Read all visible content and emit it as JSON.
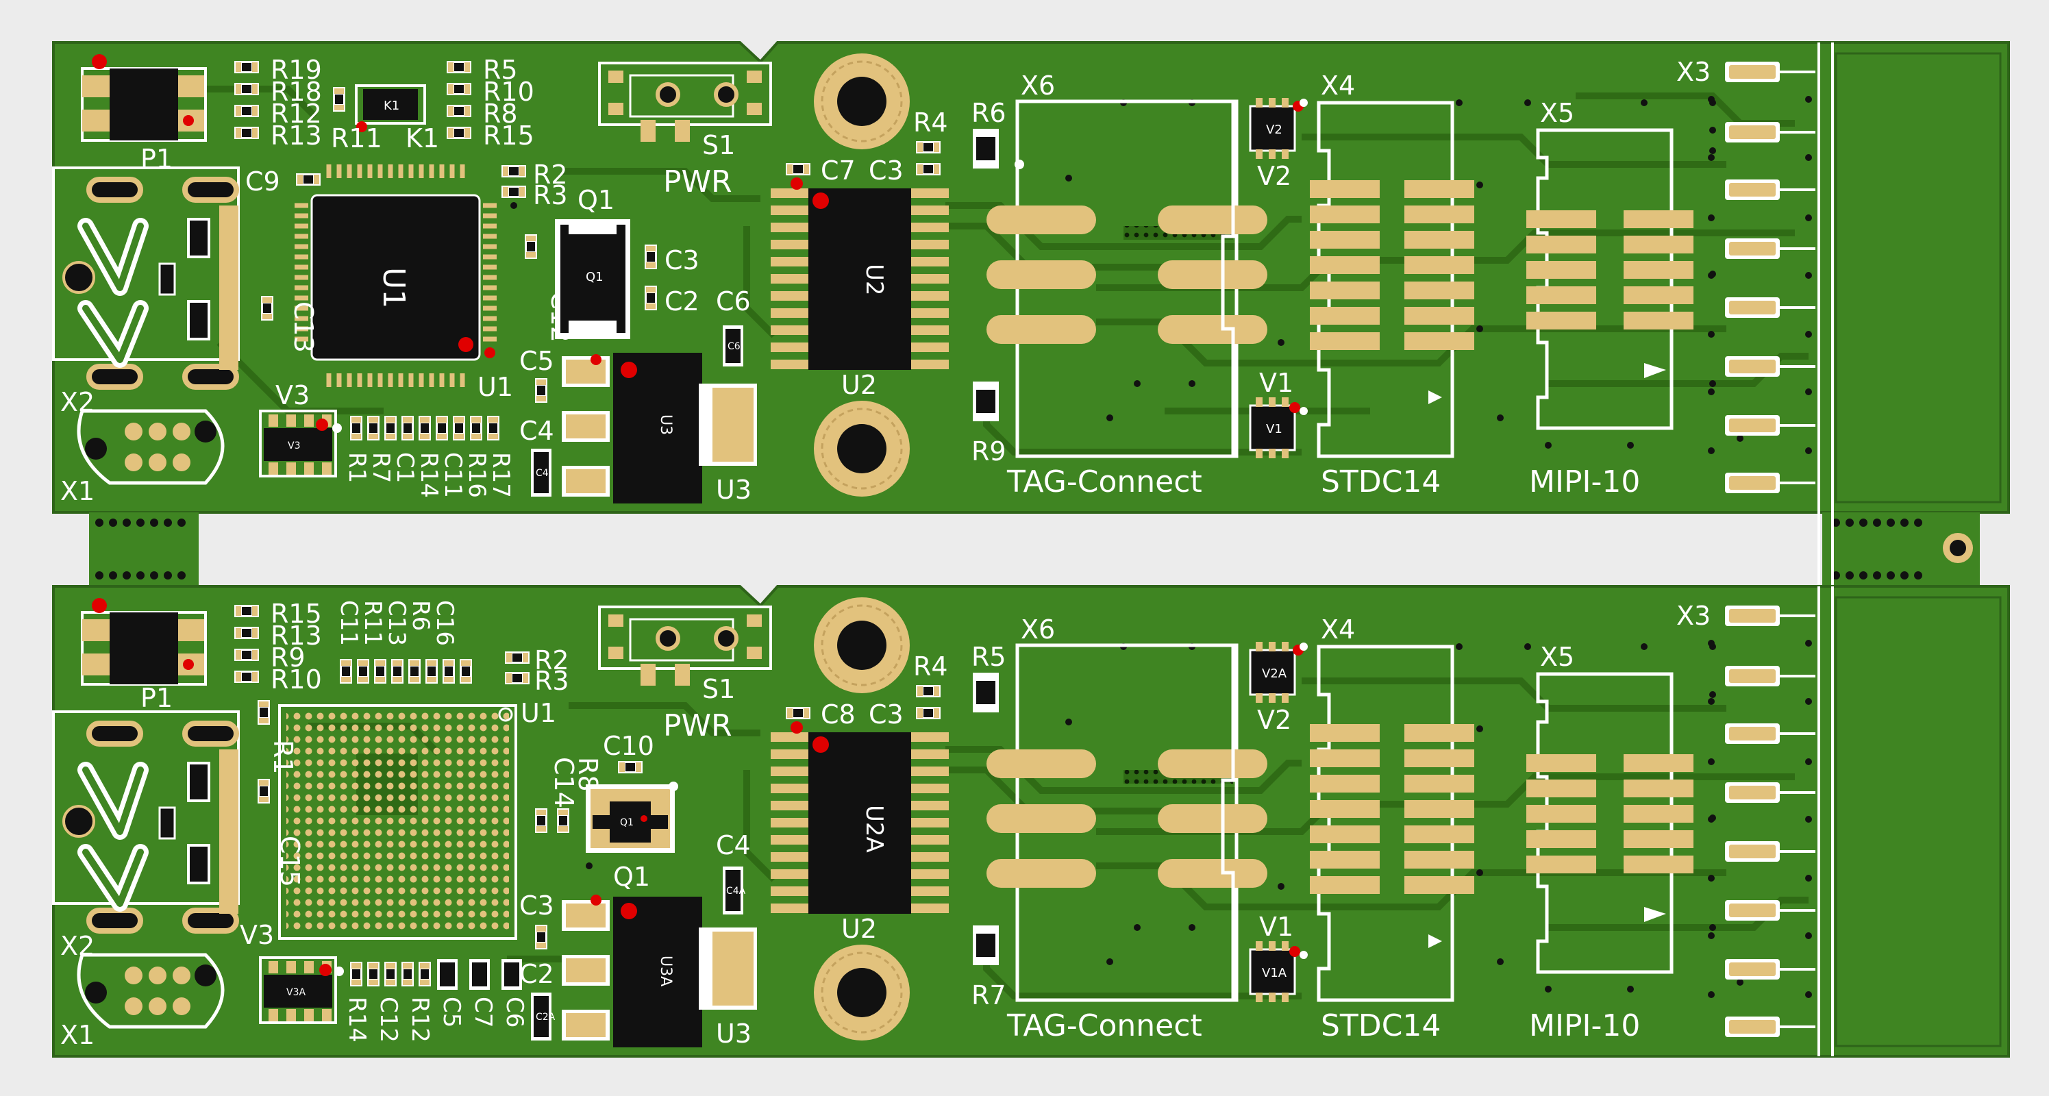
{
  "colors": {
    "background": "#ececec",
    "board": "#3f8522",
    "trace": "#2f6b15",
    "silkscreen": "#ffffff",
    "pad": "#e2c27d",
    "chip": "#111111",
    "marker": "#e00000",
    "edge": "#2e6419"
  },
  "boards": [
    {
      "refdes": {
        "P1": "P1",
        "X1": "X1",
        "X2": "X2",
        "U1": "U1",
        "U2": "U2",
        "U3": "U3",
        "Q1": "Q1",
        "S1": "S1",
        "PWR": "PWR",
        "X3": "X3",
        "X4": "X4",
        "X5": "X5",
        "X6": "X6",
        "V1": "V1",
        "V2": "V2",
        "V3": "V3",
        "R4": "R4",
        "R_top": "R6",
        "R_bot": "R9",
        "C_u2_left": "C7",
        "C_u2_right": "C3",
        "C9": "C9",
        "C13": "C13",
        "C12": "C12",
        "C2": "C2",
        "C3q": "C3",
        "C5": "C5",
        "C4": "C4",
        "C6": "C6",
        "R2": "R2",
        "R3": "R3",
        "K1": "K1",
        "R11": "R11"
      },
      "resistor_col_left": [
        "R19",
        "R18",
        "R12",
        "R13"
      ],
      "resistor_col_right": [
        "R5",
        "R10",
        "R8",
        "R15"
      ],
      "bottom_row_labels": [
        "R1",
        "R7",
        "C1",
        "R14",
        "C11",
        "R16",
        "R17"
      ],
      "chip_text": {
        "U1": "U1",
        "U2": "U2",
        "U3": "U3",
        "Q1": "Q1",
        "V1": "V1",
        "V2": "V2",
        "V3": "V3",
        "C4": "C4",
        "C6": "C6",
        "K1": "K1"
      },
      "connector_labels": {
        "tag": "TAG-Connect",
        "stdc": "STDC14",
        "mipi": "MIPI-10"
      }
    },
    {
      "refdes": {
        "P1": "P1",
        "X1": "X1",
        "X2": "X2",
        "U1": "U1",
        "U2": "U2",
        "U3": "U3",
        "Q1": "Q1",
        "S1": "S1",
        "PWR": "PWR",
        "X3": "X3",
        "X4": "X4",
        "X5": "X5",
        "X6": "X6",
        "V1": "V1",
        "V2": "V2",
        "V3": "V3",
        "R4": "R4",
        "R_top": "R5",
        "R_bot": "R7",
        "C_u2_left": "C8",
        "C_u2_right": "C3",
        "C10": "C10",
        "C14": "C14",
        "R8": "R8",
        "R1": "R1",
        "C15": "C15",
        "C3": "C3",
        "C2": "C2",
        "C4": "C4",
        "R2": "R2",
        "R3": "R3"
      },
      "resistor_col_left": [
        "R15",
        "R13",
        "R9",
        "R10"
      ],
      "top_vertical_labels": [
        "C11",
        "R11",
        "C13",
        "R6",
        "C16"
      ],
      "bottom_row_labels": [
        "R14",
        "C12",
        "R12",
        "C5",
        "C7",
        "C6"
      ],
      "chip_text": {
        "U2": "U2A",
        "U3": "U3A",
        "Q1": "Q1",
        "V1": "V1A",
        "V2": "V2A",
        "V3": "V3A",
        "C4": "C4A",
        "C2": "C2A"
      },
      "connector_labels": {
        "tag": "TAG-Connect",
        "stdc": "STDC14",
        "mipi": "MIPI-10"
      }
    }
  ]
}
